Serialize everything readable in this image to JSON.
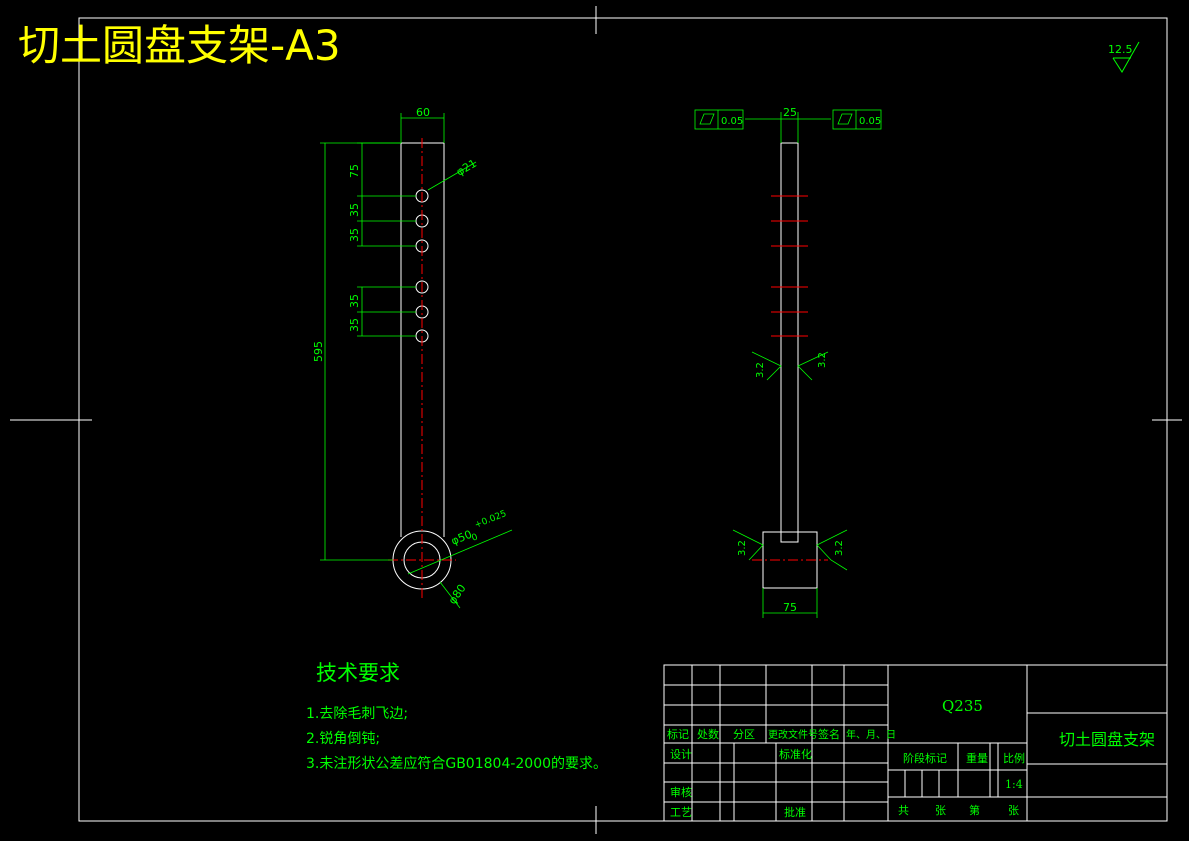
{
  "title": "切土圆盘支架-A3",
  "roughness_general": "12.5",
  "front_view": {
    "width_dim": "60",
    "top_dim": "75",
    "hole_spacing": [
      "35",
      "35",
      "35",
      "35"
    ],
    "total_length": "595",
    "hole_dia": "φ21",
    "bore_dia": "φ50",
    "bore_tol_upper": "+0.025",
    "bore_tol_lower": "0",
    "outer_dia": "φ80"
  },
  "side_view": {
    "width_dim": "25",
    "flatness_left": "0.05",
    "flatness_right": "0.05",
    "roughness_mid_left": "3.2",
    "roughness_mid_right": "3.2",
    "roughness_low_left": "3.2",
    "roughness_low_right": "3.2",
    "base_width": "75"
  },
  "tech": {
    "heading": "技术要求",
    "items": [
      "1.去除毛刺飞边;",
      "2.锐角倒钝;",
      "3.未注形状公差应符合GB01804-2000的要求。"
    ]
  },
  "title_block": {
    "material": "Q235",
    "part_name": "切土圆盘支架",
    "header": [
      "标记",
      "处数",
      "分区",
      "更改文件号",
      "签名",
      "年、月、日"
    ],
    "design": "设计",
    "standardize": "标准化",
    "review": "审核",
    "process": "工艺",
    "approve": "批准",
    "stage_mark": "阶段标记",
    "weight": "重量",
    "scale_label": "比例",
    "scale": "1:4",
    "sheets": [
      "共",
      "张",
      "第",
      "张"
    ]
  },
  "colors": {
    "outline": "#ffffff",
    "dimension": "#00ff00",
    "centerline": "#ff0000",
    "title": "#ffff00"
  }
}
